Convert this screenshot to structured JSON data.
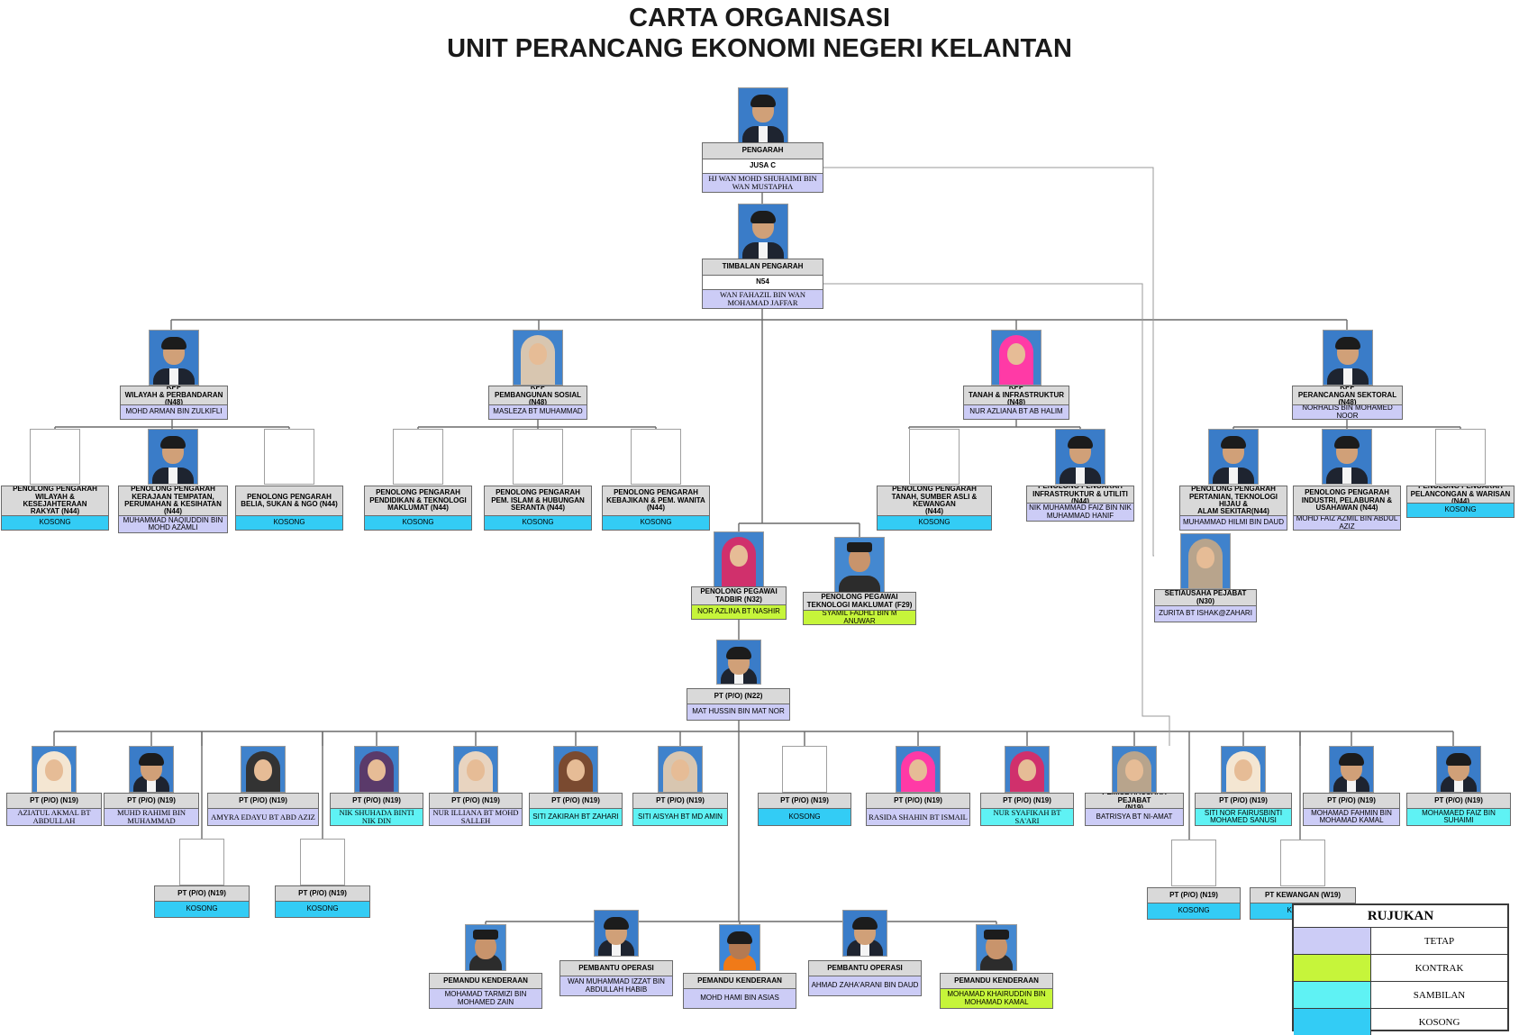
{
  "title": {
    "line1": "CARTA ORGANISASI",
    "line2": "UNIT PERANCANG EKONOMI NEGERI KELANTAN"
  },
  "colors": {
    "tetap": "#ccccf6",
    "kontrak": "#c6f53a",
    "sambilan": "#5ff2f4",
    "kosong": "#33ccf5",
    "role_header": "#d9d9d9",
    "connector": "#6a6a6a"
  },
  "legend": {
    "title": "RUJUKAN",
    "items": [
      {
        "label": "TETAP",
        "status": "tetap"
      },
      {
        "label": "KONTRAK",
        "status": "kontrak"
      },
      {
        "label": "SAMBILAN",
        "status": "sambilan"
      },
      {
        "label": "KOSONG",
        "status": "kosong"
      }
    ]
  },
  "nodes": [
    {
      "id": "pengarah",
      "role": "PENGARAH",
      "grade": "JUSA C",
      "name": "HJ WAN MOHD SHUHAIMI BIN WAN MUSTAPHA",
      "status": "tetap",
      "photo": "man-suit-icon"
    },
    {
      "id": "timbalan",
      "role": "TIMBALAN PENGARAH",
      "grade": "N54",
      "name": "WAN FAHAZIL BIN WAN MOHAMAD JAFFAR",
      "status": "tetap",
      "photo": "man-suit-icon"
    },
    {
      "id": "kpp-wilayah",
      "role": "KPP\nWILAYAH & PERBANDARAN (N48)",
      "name": "MOHD ARMAN BIN ZULKIFLI",
      "status": "tetap",
      "photo": "man-suit-icon"
    },
    {
      "id": "kpp-sosial",
      "role": "KPP\nPEMBANGUNAN SOSIAL (N48)",
      "name": "MASLEZA BT MUHAMMAD",
      "status": "tetap",
      "photo": "woman-hijab-icon"
    },
    {
      "id": "kpp-tanah",
      "role": "KPP\nTANAH & INFRASTRUKTUR (N48)",
      "name": "NUR AZLIANA BT AB HALIM",
      "status": "tetap",
      "photo": "woman-hijab-icon"
    },
    {
      "id": "kpp-sektoral",
      "role": "KPP\nPERANCANGAN SEKTORAL (N48)",
      "name": "NORHALIS BIN MOHAMED NOOR",
      "status": "tetap",
      "photo": "man-suit-icon"
    },
    {
      "id": "pp-kesejahteraan",
      "role": "PENOLONG PENGARAH\nWILAYAH & KESEJAHTERAAN\nRAKYAT (N44)",
      "name": "KOSONG",
      "status": "kosong",
      "photo": "empty-photo"
    },
    {
      "id": "pp-kerajaan",
      "role": "PENOLONG PENGARAH\nKERAJAAN TEMPATAN,\nPERUMAHAN & KESIHATAN (N44)",
      "name": "MUHAMMAD NAQIUDDIN BIN MOHD AZAMLI",
      "status": "tetap",
      "photo": "man-suit-icon"
    },
    {
      "id": "pp-belia",
      "role": "PENOLONG PENGARAH\nBELIA, SUKAN & NGO (N44)",
      "name": "KOSONG",
      "status": "kosong",
      "photo": "empty-photo"
    },
    {
      "id": "pp-pendidikan",
      "role": "PENOLONG PENGARAH\nPENDIDIKAN & TEKNOLOGI\nMAKLUMAT (N44)",
      "name": "KOSONG",
      "status": "kosong",
      "photo": "empty-photo"
    },
    {
      "id": "pp-islam",
      "role": "PENOLONG PENGARAH\nPEM. ISLAM & HUBUNGAN\nSERANTA (N44)",
      "name": "KOSONG",
      "status": "kosong",
      "photo": "empty-photo"
    },
    {
      "id": "pp-wanita",
      "role": "PENOLONG PENGARAH\nKEBAJIKAN & PEM. WANITA (N44)",
      "name": "KOSONG",
      "status": "kosong",
      "photo": "empty-photo"
    },
    {
      "id": "pp-tanah",
      "role": "PENOLONG PENGARAH\nTANAH, SUMBER ASLI & KEWANGAN\n(N44)",
      "name": "KOSONG",
      "status": "kosong",
      "photo": "empty-photo"
    },
    {
      "id": "pp-infra",
      "role": "PENOLONG PENGARAH\nINFRASTRUKTUR & UTILITI (N44)",
      "name": "NIK MUHAMMAD FAIZ BIN NIK MUHAMMAD HANIF",
      "status": "tetap",
      "photo": "man-suit-icon"
    },
    {
      "id": "pp-pertanian",
      "role": "PENOLONG PENGARAH\nPERTANIAN, TEKNOLOGI HIJAU &\nALAM SEKITAR(N44)",
      "name": "MUHAMMAD HILMI BIN DAUD",
      "status": "tetap",
      "photo": "man-suit-icon"
    },
    {
      "id": "pp-industri",
      "role": "PENOLONG PENGARAH\nINDUSTRI, PELABURAN &\nUSAHAWAN (N44)",
      "name": "MOHD FAIZ AZMIL BIN ABDUL AZIZ",
      "status": "tetap",
      "photo": "man-suit-icon"
    },
    {
      "id": "pp-pelancongan",
      "role": "PENOLONG PENGARAH\nPELANCONGAN & WARISAN (N44)",
      "name": "KOSONG",
      "status": "kosong",
      "photo": "empty-photo"
    },
    {
      "id": "ppt",
      "role": "PENOLONG PEGAWAI\nTADBIR (N32)",
      "name": "NOR AZLINA BT NASHIR",
      "status": "kontrak",
      "photo": "woman-hijab-icon"
    },
    {
      "id": "ppti",
      "role": "PENOLONG PEGAWAI\nTEKNOLOGI MAKLUMAT (F29)",
      "name": "SYAMIL FADHLI BIN M ANUWAR",
      "status": "kontrak",
      "photo": "man-songkok-icon"
    },
    {
      "id": "setiausaha",
      "role": "SETIAUSAHA PEJABAT (N30)",
      "name": "ZURITA BT ISHAK@ZAHARI",
      "status": "tetap",
      "photo": "woman-hijab-icon"
    },
    {
      "id": "pt-n22",
      "role": "PT (P/O) (N22)",
      "name": "MAT HUSSIN BIN MAT NOR",
      "status": "tetap",
      "photo": "man-suit-icon"
    },
    {
      "id": "pt1",
      "role": "PT (P/O) (N19)",
      "name": "AZIATUL AKMAL BT ABDULLAH",
      "status": "tetap",
      "photo": "woman-hijab-icon"
    },
    {
      "id": "pt2",
      "role": "PT (P/O) (N19)",
      "name": "MUHD RAHIMI BIN MUHAMMAD",
      "status": "tetap",
      "photo": "man-suit-icon"
    },
    {
      "id": "pt3",
      "role": "PT (P/O) (N19)",
      "name": "AMYRA EDAYU BT ABD AZIZ",
      "status": "tetap",
      "photo": "woman-hijab-icon"
    },
    {
      "id": "pt4",
      "role": "PT (P/O) (N19)",
      "name": "NIK SHUHADA BINTI NIK DIN",
      "status": "sambilan",
      "photo": "woman-hijab-icon"
    },
    {
      "id": "pt5",
      "role": "PT (P/O) (N19)",
      "name": "NUR ILLIANA BT MOHD SALLEH",
      "status": "tetap",
      "photo": "woman-hijab-icon"
    },
    {
      "id": "pt6",
      "role": "PT (P/O) (N19)",
      "name": "SITI ZAKIRAH BT ZAHARI",
      "status": "sambilan",
      "photo": "woman-hijab-icon"
    },
    {
      "id": "pt7",
      "role": "PT (P/O) (N19)",
      "name": "SITI AISYAH BT MD AMIN",
      "status": "sambilan",
      "photo": "woman-hijab-icon"
    },
    {
      "id": "pt8",
      "role": "PT (P/O) (N19)",
      "name": "KOSONG",
      "status": "kosong",
      "photo": "empty-photo"
    },
    {
      "id": "pt9",
      "role": "PT (P/O) (N19)",
      "name": "RASIDA SHAHIN BT ISMAIL",
      "status": "tetap",
      "photo": "woman-hijab-icon"
    },
    {
      "id": "pt10",
      "role": "PT (P/O) (N19)",
      "name": "NUR SYAFIKAH BT SA'ARI",
      "status": "sambilan",
      "photo": "woman-hijab-icon"
    },
    {
      "id": "pt11",
      "role": "PEM.SETIAUSAHA PEJABAT\n(N19)",
      "name": "BATRISYA BT NI-AMAT",
      "status": "tetap",
      "photo": "woman-hijab-icon"
    },
    {
      "id": "pt12",
      "role": "PT (P/O) (N19)",
      "name": "SITI NOR FAIRUSBINTI MOHAMED SANUSI",
      "status": "sambilan",
      "photo": "woman-hijab-icon"
    },
    {
      "id": "pt13",
      "role": "PT (P/O) (N19)",
      "name": "MOHAMAD FAHMIN BIN MOHAMAD KAMAL",
      "status": "tetap",
      "photo": "man-suit-icon"
    },
    {
      "id": "pt14",
      "role": "PT (P/O) (N19)",
      "name": "MOHAMAED FAIZ BIN SUHAIMI",
      "status": "sambilan",
      "photo": "man-suit-icon"
    },
    {
      "id": "pt-k1",
      "role": "PT (P/O) (N19)",
      "name": "KOSONG",
      "status": "kosong",
      "photo": "empty-photo"
    },
    {
      "id": "pt-k2",
      "role": "PT (P/O) (N19)",
      "name": "KOSONG",
      "status": "kosong",
      "photo": "empty-photo"
    },
    {
      "id": "pt-k3",
      "role": "PT (P/O) (N19)",
      "name": "KOSONG",
      "status": "kosong",
      "photo": "empty-photo"
    },
    {
      "id": "pt-kewangan",
      "role": "PT KEWANGAN (W19)",
      "name": "KOSONG",
      "status": "kosong",
      "photo": "empty-photo"
    },
    {
      "id": "drv1",
      "role": "PEMANDU KENDERAAN",
      "name": "MOHAMAD TARMIZI BIN MOHAMED ZAIN",
      "status": "tetap",
      "photo": "man-songkok-icon"
    },
    {
      "id": "op1",
      "role": "PEMBANTU OPERASI",
      "name": "WAN MUHAMMAD IZZAT BIN ABDULLAH HABIB",
      "status": "tetap",
      "photo": "man-suit-icon"
    },
    {
      "id": "drv2",
      "role": "PEMANDU KENDERAAN",
      "name": "MOHD HAMI BIN ASIAS",
      "status": "tetap",
      "photo": "man-orange-icon"
    },
    {
      "id": "op2",
      "role": "PEMBANTU OPERASI",
      "name": "AHMAD ZAHA'ARANI BIN DAUD",
      "status": "tetap",
      "photo": "man-suit-icon"
    },
    {
      "id": "drv3",
      "role": "PEMANDU KENDERAAN",
      "name": "MOHAMAD KHAIRUDDIN BIN MOHAMAD KAMAL",
      "status": "kontrak",
      "photo": "man-songkok-icon"
    }
  ]
}
